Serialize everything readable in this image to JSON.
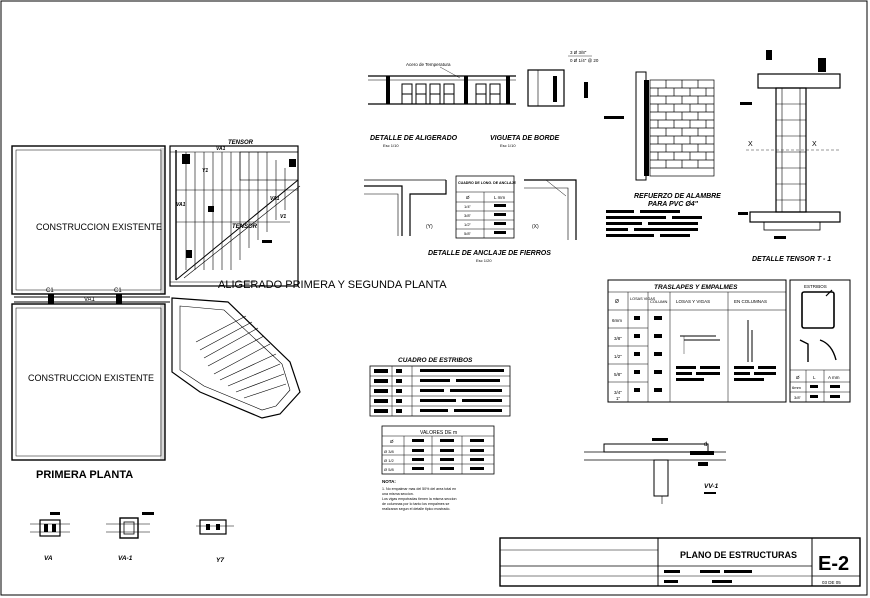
{
  "sheet": {
    "plan": {
      "room_top": "CONSTRUCCION EXISTENTE",
      "room_bottom": "CONSTRUCCION EXISTENTE",
      "title": "PRIMERA PLANTA",
      "upper_title": "ALIGERADO PRIMERA Y SEGUNDA PLANTA",
      "tensor_top": "TENSOR",
      "tensor_mid": "TENSOR",
      "beam_va1": "VA1",
      "col_c1_left": "C1",
      "col_c1_right": "C1"
    },
    "details": {
      "aligerado": {
        "title": "DETALLE DE ALIGERADO",
        "scale": "Esc 1/10",
        "note": "Acero de Temperatura"
      },
      "vigueta": {
        "title": "VIGUETA DE BORDE",
        "scale": "Esc 1/10",
        "note1": "3 Ø 3/8\"",
        "note2": "0 Ø 1/4\" @ 20"
      },
      "refuerzo": {
        "title_line1": "REFUERZO DE ALAMBRE",
        "title_line2": "PARA PVC Ø4\""
      },
      "tensor_t1": {
        "title": "DETALLE TENSOR T - 1",
        "x_left": "X",
        "x_right": "X"
      },
      "anclaje": {
        "title": "DETALLE DE ANCLAJE DE FIERROS",
        "scale": "Esc 1/20",
        "label_y": "(Y)",
        "label_x": "(X)",
        "table_header": "CUADRO DE LONG. DE ANCLAJE",
        "col1": "Ø",
        "col2": "L mm",
        "rows": [
          "1/4\"",
          "3/8\"",
          "1/2\"",
          "5/8\""
        ]
      }
    },
    "traslapes": {
      "title": "TRASLAPES Y EMPALMES",
      "head_diam": "Ø",
      "head_losas": "LOSAS VIGAS",
      "head_column": "COLUMN",
      "head_losas_vigas": "LOSAS Y VIGAS",
      "head_columnas": "EN COLUMNAS",
      "rows": [
        "6mm",
        "3/8\"",
        "1/2\"",
        "5/8\"",
        "3/4\"",
        "1\""
      ]
    },
    "estribos": {
      "title": "ESTRIBOS",
      "col1": "Ø",
      "col2": "L",
      "col3": "A mm",
      "rows": [
        "6mm",
        "3/8\""
      ]
    },
    "cuadro_estribos": {
      "title": "CUADRO DE ESTRIBOS"
    },
    "valores": {
      "title": "VALORES DE m",
      "col_diam": "Ø",
      "rows": [
        "Ø 3/8",
        "Ø 1/2",
        "Ø 5/8"
      ]
    },
    "nota": {
      "label": "NOTA:",
      "line1": "1. No empalmar mas del 50% del area total en",
      "line2": "una misma seccion.",
      "line3": "Los vigas empotradas tienen la misma seccion",
      "line4": "de columnas por lo tanto los empalmes se",
      "line5": "realizaran segun el detalle tipico mostrado."
    },
    "sections": {
      "va": "VA",
      "va1": "VA-1",
      "y7": "Y7",
      "vv1": "VV-1",
      "dim_d": "d"
    },
    "title_block": {
      "title": "PLANO DE ESTRUCTURAS",
      "sheet_id": "E-2",
      "sheet_count": "03 DE 05"
    }
  }
}
